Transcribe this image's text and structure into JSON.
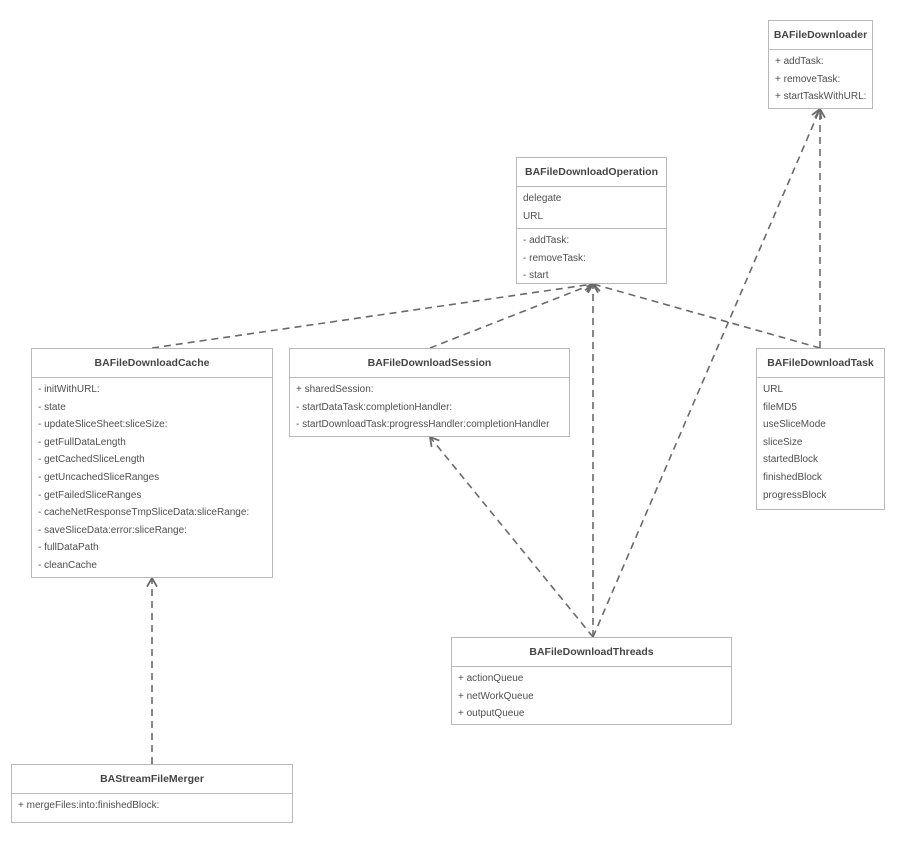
{
  "colors": {
    "line": "#6a6a6a",
    "border": "#b8b8b8",
    "text": "#4f4f4f"
  },
  "classes": {
    "downloader": {
      "name": "BAFileDownloader",
      "sections": [
        [
          "+ addTask:",
          "+ removeTask:",
          "+ startTaskWithURL:"
        ]
      ]
    },
    "operation": {
      "name": "BAFileDownloadOperation",
      "sections": [
        [
          "delegate",
          "URL"
        ],
        [
          "- addTask:",
          "- removeTask:",
          "- start"
        ]
      ]
    },
    "cache": {
      "name": "BAFileDownloadCache",
      "sections": [
        [
          "- initWithURL:",
          "- state",
          "- updateSliceSheet:sliceSize:",
          "- getFullDataLength",
          "- getCachedSliceLength",
          "- getUncachedSliceRanges",
          "- getFailedSliceRanges",
          "- cacheNetResponseTmpSliceData:sliceRange:",
          "- saveSliceData:error:sliceRange:",
          "- fullDataPath",
          "- cleanCache"
        ]
      ]
    },
    "session": {
      "name": "BAFileDownloadSession",
      "sections": [
        [
          "+ sharedSession:",
          "- startDataTask:completionHandler:",
          "- startDownloadTask:progressHandler:completionHandler"
        ]
      ]
    },
    "task": {
      "name": "BAFileDownloadTask",
      "sections": [
        [
          "URL",
          "fileMD5",
          "useSliceMode",
          "sliceSize",
          "startedBlock",
          "finishedBlock",
          "progressBlock"
        ]
      ]
    },
    "threads": {
      "name": "BAFileDownloadThreads",
      "sections": [
        [
          "+ actionQueue",
          "+ netWorkQueue",
          "+ outputQueue"
        ]
      ]
    },
    "merger": {
      "name": "BAStreamFileMerger",
      "sections": [
        [
          "+ mergeFiles:into:finishedBlock:"
        ]
      ]
    }
  },
  "dependencies": [
    {
      "from": "cache",
      "to": "operation"
    },
    {
      "from": "session",
      "to": "operation"
    },
    {
      "from": "task",
      "to": "operation"
    },
    {
      "from": "threads",
      "to": "operation"
    },
    {
      "from": "task",
      "to": "downloader"
    },
    {
      "from": "threads",
      "to": "downloader"
    },
    {
      "from": "threads",
      "to": "session"
    },
    {
      "from": "merger",
      "to": "cache"
    }
  ]
}
